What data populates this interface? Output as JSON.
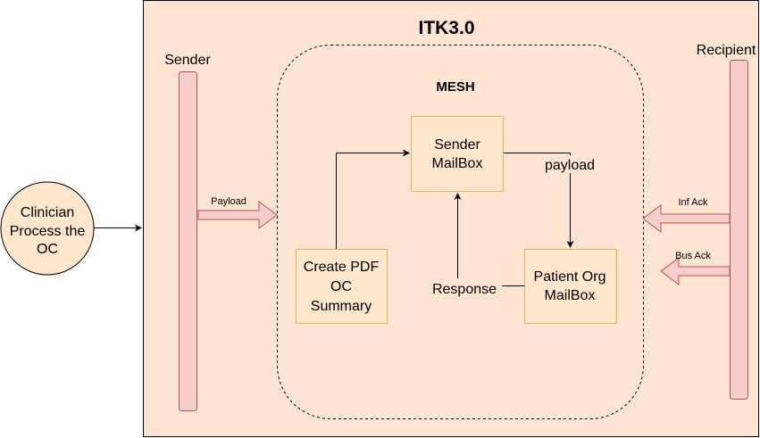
{
  "diagram": {
    "title": "ITK3.0",
    "mesh_label": "MESH",
    "sender_label": "Sender",
    "recipient_label": "Recipient",
    "clinician": {
      "line1": "Clinician",
      "line2": "Process the",
      "line3": "OC"
    },
    "sender_mailbox": {
      "line1": "Sender",
      "line2": "MailBox"
    },
    "patient_mailbox": {
      "line1": "Patient Org",
      "line2": "MailBox"
    },
    "create_pdf": {
      "line1": "Create PDF",
      "line2": "OC",
      "line3": "Summary"
    },
    "payload_arrow_label": "Payload",
    "payload_edge_label": "payload",
    "response_label": "Response",
    "inf_ack_label": "Inf Ack",
    "bus_ack_label": "Bus Ack",
    "colors": {
      "container_fill": "#fde4d3",
      "box_fill": "#ffe6cc",
      "box_stroke": "#d6b656",
      "lifeline_fill": "#f8cecc",
      "lifeline_stroke": "#b85450"
    }
  }
}
